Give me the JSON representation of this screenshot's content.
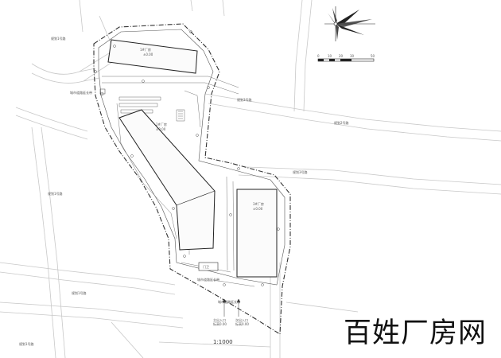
{
  "drawing": {
    "scale_ratio": "1:1000",
    "scale_bar_ticks": [
      "0",
      "10",
      "20",
      "30",
      "50"
    ],
    "watermark": "百姓厂房网",
    "road_labels": {
      "west_top": "规划1号路",
      "west_upper": "城市道路延长带",
      "east_mid": "规划2号路",
      "west_mid": "规划1号路",
      "east_upper": "规划3号路",
      "south_west": "规划1号路",
      "center_top": "规划3号路",
      "south_left_bottom": "规划1号路",
      "south_mid": "城市道路延长带",
      "south_left": "城市道路延长带"
    },
    "buildings": {
      "north": {
        "name": "1#厂房",
        "floor": "±0.00"
      },
      "center": {
        "name": "2#厂房",
        "floor": "±0.00"
      },
      "east": {
        "name": "3#厂房",
        "floor": "±0.00"
      }
    },
    "facilities": {
      "guard": "门卫",
      "entrance_a": "主出入口",
      "entrance_b": "次出入口",
      "elev_a": "标高0.00",
      "elev_b": "标高0.00"
    }
  }
}
